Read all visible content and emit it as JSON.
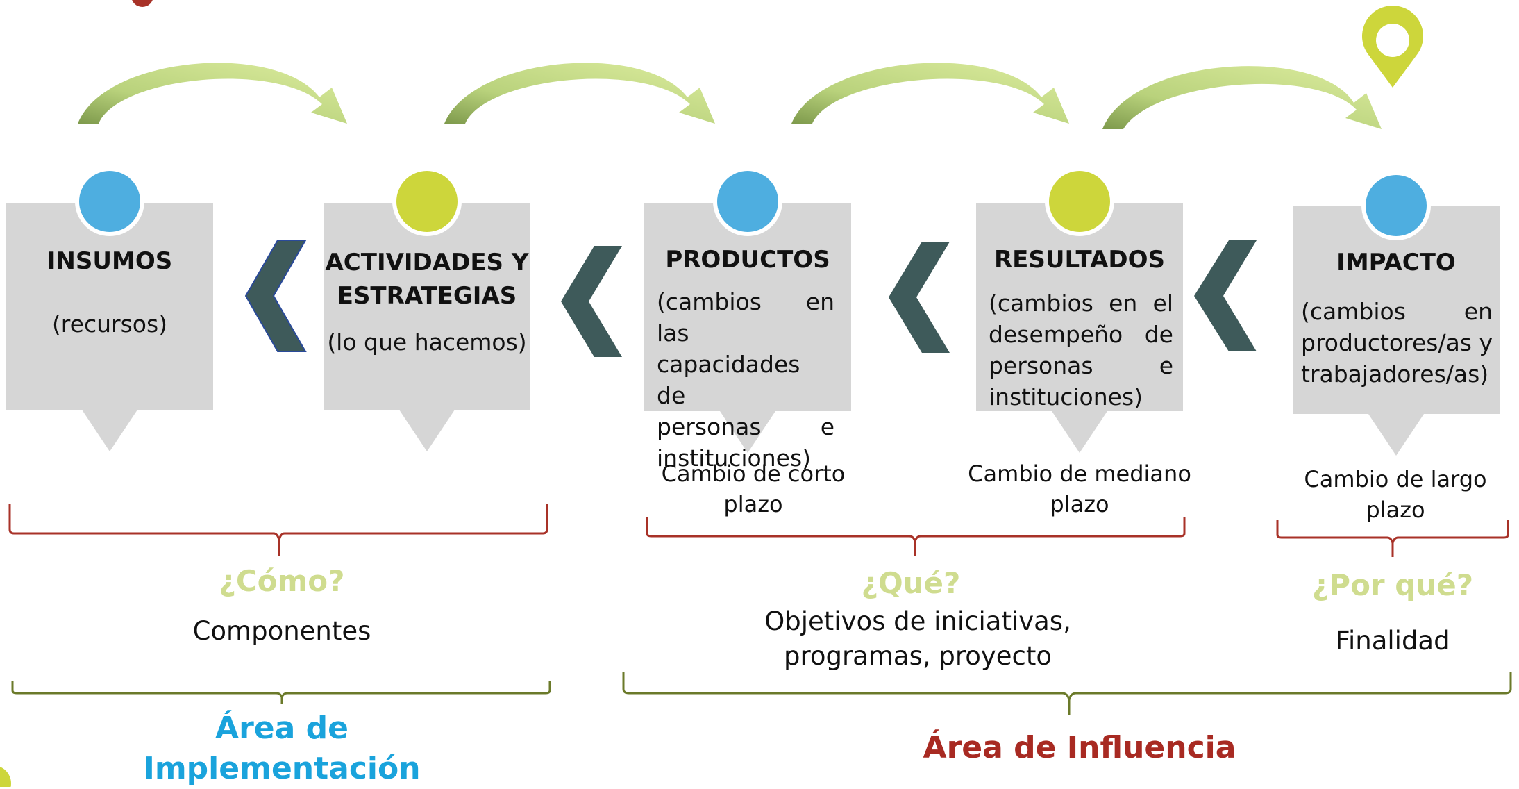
{
  "colors": {
    "card": "#d6d6d6",
    "circle_blue": "#4eaee0",
    "circle_green": "#cdd63b",
    "chevron": "#3e5a5a",
    "arc_light": "#d5e8a0",
    "arc_dark": "#8ea45a",
    "brace_red": "#a83228",
    "brace_olive": "#6b7a2a",
    "question_text": "#cfdc8f",
    "area_blue": "#1aa3dc",
    "area_red": "#a82a22",
    "pin": "#cdd63b"
  },
  "cards": [
    {
      "title": "INSUMOS",
      "description": "(recursos)",
      "circle": "blue"
    },
    {
      "title": "ACTIVIDADES Y ESTRATEGIAS",
      "title_line1": "ACTIVIDADES Y",
      "title_line2": "ESTRATEGIAS",
      "description": "(lo que hacemos)",
      "circle": "green"
    },
    {
      "title": "PRODUCTOS",
      "description": "(cambios en las capacidades de personas e instituciones)",
      "desc_lines": [
        "(cambios en las",
        "capacidades de",
        "personas e",
        "instituciones)"
      ],
      "circle": "blue"
    },
    {
      "title": "RESULTADOS",
      "description": "(cambios en el desempeño de personas e instituciones)",
      "desc_lines": [
        "(cambios en el",
        "desempeño de",
        "personas e",
        "instituciones)"
      ],
      "circle": "green"
    },
    {
      "title": "IMPACTO",
      "description": "(cambios en productores/as y trabajadores/as)",
      "desc_lines": [
        "(cambios en",
        "productores/as y",
        "trabajadores/as)"
      ],
      "circle": "blue"
    }
  ],
  "terms": {
    "short": "Cambio de corto plazo",
    "medium": "Cambio de mediano plazo",
    "long": "Cambio de largo plazo"
  },
  "groups": [
    {
      "question": "¿Cómo?",
      "purpose": "Componentes"
    },
    {
      "question": "¿Qué?",
      "purpose": "Objetivos de iniciativas, programas, proyecto",
      "purpose_line1": "Objetivos de iniciativas,",
      "purpose_line2": "programas, proyecto"
    },
    {
      "question": "¿Por qué?",
      "purpose": "Finalidad"
    }
  ],
  "areas": {
    "implementation": "Área de Implementación",
    "implementation_line1": "Área de",
    "implementation_line2": "Implementación",
    "influence": "Área de Influencia"
  }
}
